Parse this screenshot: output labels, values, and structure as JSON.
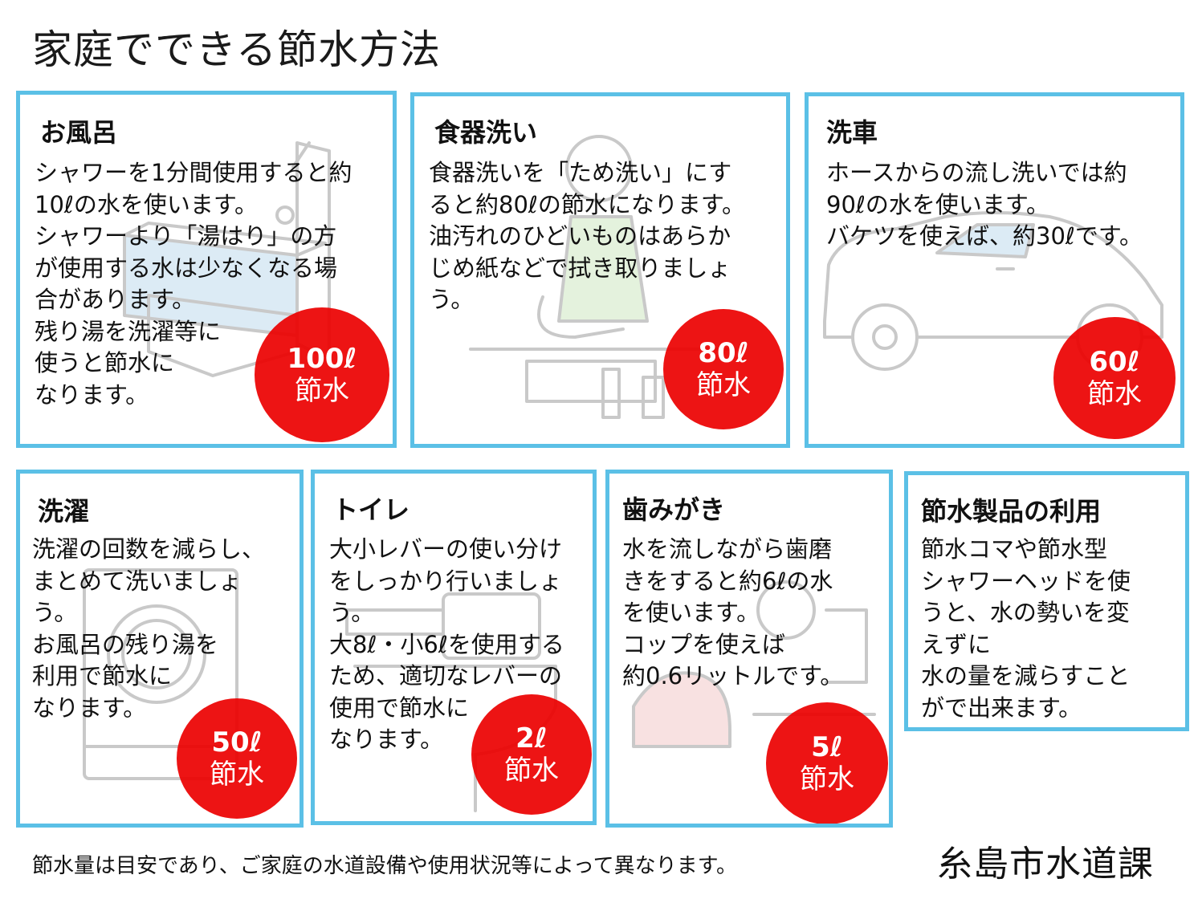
{
  "title": "家庭でできる節水方法",
  "cards": [
    {
      "heading": "お風呂",
      "lines": [
        "シャワーを1分間使用すると約",
        "10ℓの水を使います。",
        "シャワーより「湯はり」の方",
        "が使用する水は少なくなる場",
        "合があります。",
        "残り湯を洗濯等に",
        "使うと節水に",
        "なります。"
      ],
      "badge_amount": "100ℓ",
      "badge_label": "節水"
    },
    {
      "heading": "食器洗い",
      "lines": [
        "食器洗いを「ため洗い」にす",
        "ると約80ℓの節水になります。",
        "油汚れのひどいものはあらか",
        "じめ紙などで拭き取りましょ",
        "う。"
      ],
      "badge_amount": "80ℓ",
      "badge_label": "節水"
    },
    {
      "heading": "洗車",
      "lines": [
        "ホースからの流し洗いでは約",
        "90ℓの水を使います。",
        "バケツを使えば、約30ℓです。"
      ],
      "badge_amount": "60ℓ",
      "badge_label": "節水"
    },
    {
      "heading": "洗濯",
      "lines": [
        "洗濯の回数を減らし、",
        "まとめて洗いましょ",
        "う。",
        "お風呂の残り湯を",
        "利用で節水に",
        "なります。"
      ],
      "badge_amount": "50ℓ",
      "badge_label": "節水"
    },
    {
      "heading": "トイレ",
      "lines": [
        "大小レバーの使い分け",
        "をしっかり行いましょ",
        "う。",
        "大8ℓ・小6ℓを使用する",
        "ため、適切なレバーの",
        "使用で節水に",
        "なります。"
      ],
      "badge_amount": "2ℓ",
      "badge_label": "節水"
    },
    {
      "heading": "歯みがき",
      "lines": [
        "水を流しながら歯磨",
        "きをすると約6ℓの水",
        "を使います。",
        "コップを使えば",
        "約0.6リットルです。"
      ],
      "badge_amount": "5ℓ",
      "badge_label": "節水"
    },
    {
      "heading": "節水製品の利用",
      "lines": [
        "節水コマや節水型",
        "シャワーヘッドを使",
        "うと、水の勢いを変",
        "えずに",
        "水の量を減らすこと",
        "がで出来ます。"
      ]
    }
  ],
  "footer": {
    "note": "節水量は目安であり、ご家庭の水道設備や使用状況等によって異なります。",
    "org": "糸島市水道課"
  },
  "colors": {
    "card_border": "#5bc0e6",
    "badge": "#ec0000",
    "illustration": "#c9c9c9"
  }
}
